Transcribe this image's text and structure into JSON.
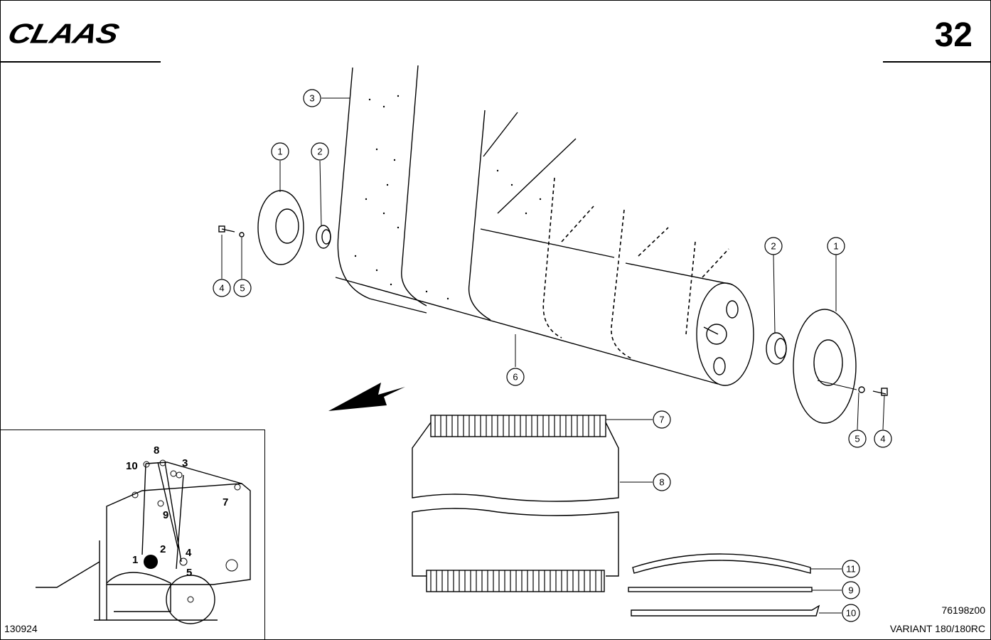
{
  "header": {
    "brand": "CLAAS",
    "page_number": "32"
  },
  "callouts": [
    {
      "id": "callout-3",
      "label": "3"
    },
    {
      "id": "callout-1-left",
      "label": "1"
    },
    {
      "id": "callout-2-left",
      "label": "2"
    },
    {
      "id": "callout-4-left",
      "label": "4"
    },
    {
      "id": "callout-5-left",
      "label": "5"
    },
    {
      "id": "callout-2-right",
      "label": "2"
    },
    {
      "id": "callout-1-right",
      "label": "1"
    },
    {
      "id": "callout-6",
      "label": "6"
    },
    {
      "id": "callout-5-right",
      "label": "5"
    },
    {
      "id": "callout-4-right",
      "label": "4"
    },
    {
      "id": "callout-7",
      "label": "7"
    },
    {
      "id": "callout-8",
      "label": "8"
    },
    {
      "id": "callout-11",
      "label": "11"
    },
    {
      "id": "callout-9",
      "label": "9"
    },
    {
      "id": "callout-10",
      "label": "10"
    }
  ],
  "inset": {
    "labels": [
      "8",
      "10",
      "3",
      "7",
      "9",
      "2",
      "4",
      "1",
      "5"
    ],
    "code": "130924"
  },
  "footer": {
    "reference": "76198z00",
    "model": "VARIANT 180/180RC"
  }
}
